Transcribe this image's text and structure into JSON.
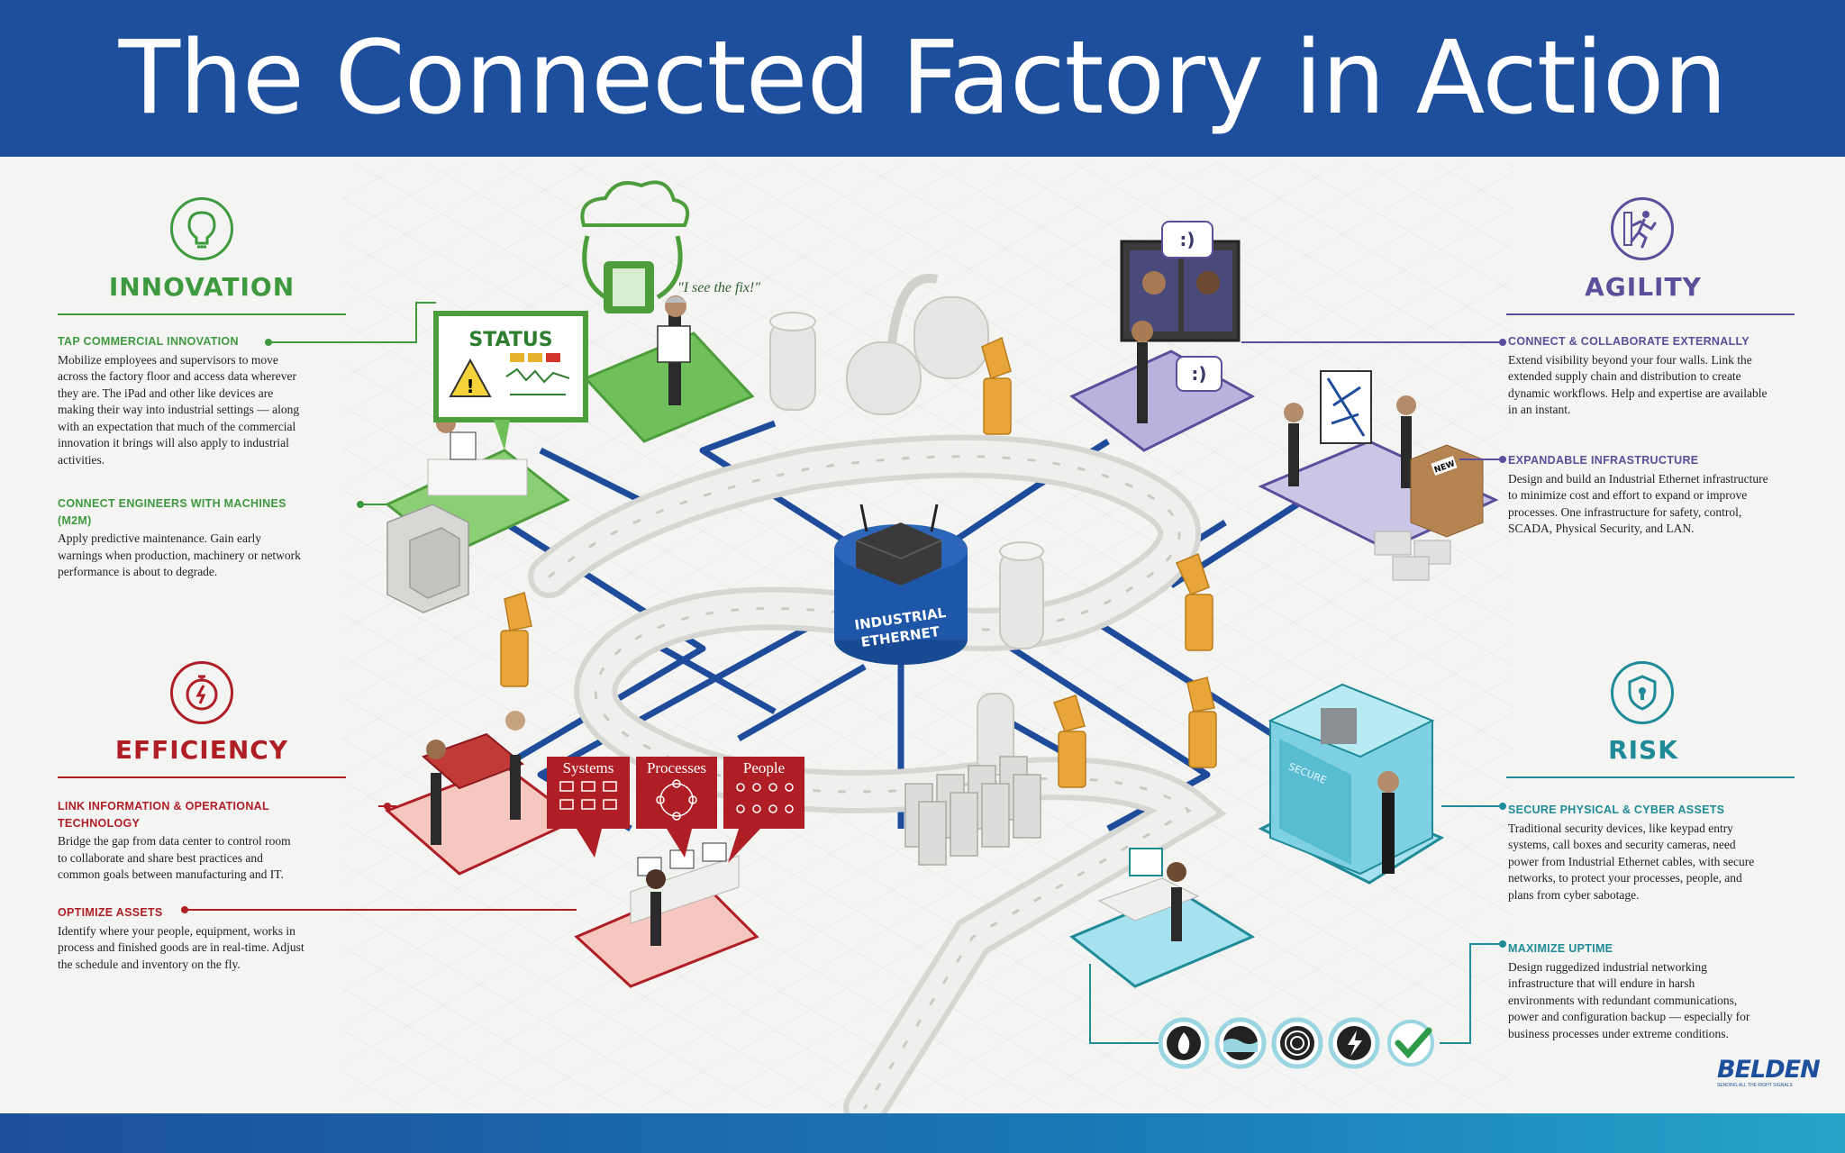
{
  "title": "The Connected Factory in Action",
  "colors": {
    "innovation": "#3f9a3f",
    "agility": "#5b4e9b",
    "efficiency": "#b01e25",
    "risk": "#1f8a98",
    "brand_blue": "#1d4f9c"
  },
  "sections": {
    "innovation": {
      "title": "INNOVATION",
      "icon": "lightbulb-icon",
      "blocks": [
        {
          "heading": "TAP COMMERCIAL INNOVATION",
          "body": "Mobilize employees and supervisors to move across the factory floor and access data wherever they are. The iPad and other like devices are making their way into industrial settings — along with an expectation that much of the commercial innovation it brings will also apply to industrial activities."
        },
        {
          "heading": "CONNECT ENGINEERS WITH MACHINES (M2M)",
          "body": "Apply predictive maintenance. Gain early warnings when production, machinery or network performance is about to degrade."
        }
      ]
    },
    "agility": {
      "title": "AGILITY",
      "icon": "running-figure-icon",
      "blocks": [
        {
          "heading": "CONNECT & COLLABORATE EXTERNALLY",
          "body": "Extend visibility beyond your four walls. Link the extended supply chain and distribution to create dynamic workflows. Help and expertise are available in an instant."
        },
        {
          "heading": "EXPANDABLE INFRASTRUCTURE",
          "body": "Design and build an Industrial Ethernet infrastructure to minimize cost and effort to expand or improve processes. One infrastructure for safety, control, SCADA, Physical Security, and LAN."
        }
      ]
    },
    "efficiency": {
      "title": "EFFICIENCY",
      "icon": "stopwatch-icon",
      "blocks": [
        {
          "heading": "LINK INFORMATION & OPERATIONAL TECHNOLOGY",
          "body": "Bridge the gap from data center to control room to collaborate and share best practices and common goals between manufacturing and IT."
        },
        {
          "heading": "OPTIMIZE ASSETS",
          "body": "Identify where your people, equipment, works in process and finished goods are in real-time. Adjust the schedule and inventory on the fly."
        }
      ]
    },
    "risk": {
      "title": "RISK",
      "icon": "shield-icon",
      "blocks": [
        {
          "heading": "SECURE PHYSICAL & CYBER ASSETS",
          "body": "Traditional security devices, like keypad entry systems, call boxes and security cameras, need power from Industrial Ethernet cables, with secure networks, to protect your processes, people, and plans from cyber sabotage."
        },
        {
          "heading": "MAXIMIZE UPTIME",
          "body": "Design ruggedized industrial networking infrastructure that will endure in harsh environments with redundant communications, power and configuration backup — especially for business processes under extreme conditions."
        }
      ]
    }
  },
  "illustration": {
    "hub_label_1": "INDUSTRIAL",
    "hub_label_2": "ETHERNET",
    "status_label": "STATUS",
    "quote": "\"I see the fix!\"",
    "chat_face": ":)",
    "secure_label": "SECURE",
    "box_label": "NEW",
    "panels": [
      "Systems",
      "Processes",
      "People"
    ],
    "hazard_icons": [
      "fire-icon",
      "water-icon",
      "vibration-icon",
      "lightning-icon",
      "check-icon"
    ]
  },
  "brand": {
    "name": "BELDEN",
    "tagline": "SENDING ALL THE RIGHT SIGNALS"
  }
}
